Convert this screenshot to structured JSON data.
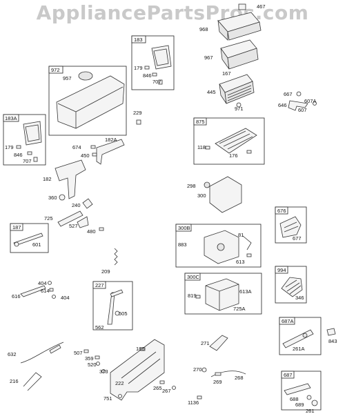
{
  "watermark": "AppliancePartsPros.com",
  "boxes": {
    "b183": "183",
    "b972": "972",
    "b183A": "183A",
    "b875": "875",
    "b187": "187",
    "b300B": "300B",
    "b676": "676",
    "b994": "994",
    "b227": "227",
    "b300C": "300C",
    "b687A": "687A",
    "b687": "687"
  },
  "labels": {
    "l467": "467",
    "l968": "968",
    "l967": "967",
    "l167": "167",
    "l445": "445",
    "l971": "971",
    "l667": "667",
    "l607A": "607A",
    "l646": "646",
    "l607": "607",
    "l179a": "179",
    "l846a": "846",
    "l707a": "707",
    "l957": "957",
    "l229": "229",
    "l179b": "179",
    "l846b": "846",
    "l707b": "707",
    "l182A": "182A",
    "l674": "674",
    "l450": "450",
    "l118": "118",
    "l176": "176",
    "l182": "182",
    "l298": "298",
    "l300": "300",
    "l360": "360",
    "l240": "240",
    "l725": "725",
    "l527": "527",
    "l480": "480",
    "l601": "601",
    "l883": "883",
    "l81": "81",
    "l613": "613",
    "l677": "677",
    "l209": "209",
    "l404a": "404",
    "l614": "614",
    "l616": "616",
    "l404b": "404",
    "l505": "505",
    "l562": "562",
    "l819": "819",
    "l613A": "613A",
    "l725A": "725A",
    "l346": "346",
    "l261A": "261A",
    "l843": "843",
    "l632": "632",
    "l271": "271",
    "l507": "507",
    "l359": "359",
    "l520": "520",
    "l186": "186",
    "l373": "373",
    "l270": "270",
    "l216": "216",
    "l222": "222",
    "l269": "269",
    "l268": "268",
    "l265": "265",
    "l267": "267",
    "l751": "751",
    "l1136": "1136",
    "l688": "688",
    "l689": "689",
    "l261": "261"
  }
}
